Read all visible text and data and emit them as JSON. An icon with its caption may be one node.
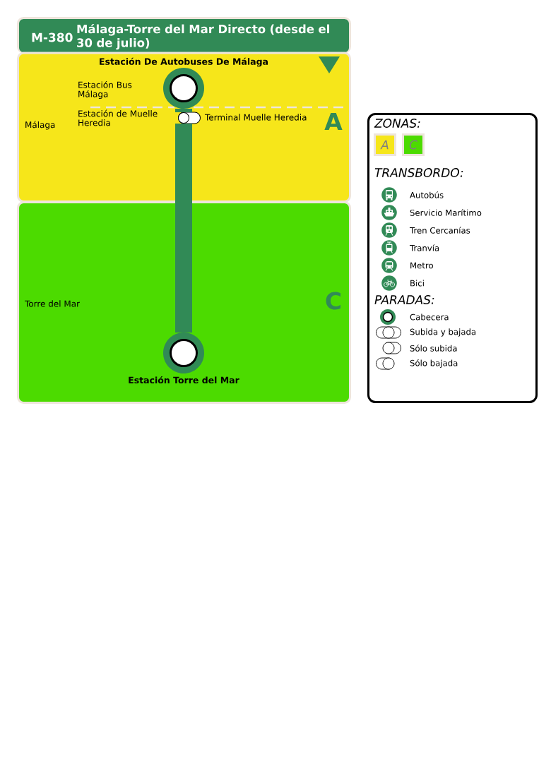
{
  "diagram": {
    "nodes": [
      {
        "text": [
          "M-380",
          "Málaga-Torre del Mar Directo (desde el 30 de julio)"
        ]
      },
      {
        "text": [
          "Málaga",
          "A"
        ]
      },
      {
        "text": [
          "Estación De Autobuses De Málaga"
        ],
        "beside": [
          "Estación Bus Málaga"
        ],
        "in": 1
      },
      {
        "text": [
          "Terminal Muelle Heredia"
        ],
        "in": 1
      },
      {
        "text": [
          "Torre del Mar",
          "C"
        ]
      },
      {
        "text": [
          "Estación Torre del Mar"
        ],
        "in": 4
      }
    ],
    "edges": [
      {
        "from": 2,
        "to": 3,
        "arrow": "none"
      },
      {
        "from": 3,
        "to": 5,
        "arrow": "none"
      }
    ],
    "labels": [
      "Estación de Muelle Heredia",
      "ZONAS:",
      "TRANSBORDO:",
      "PARADAS:"
    ],
    "legend": [
      {
        "text": "A",
        "color": "#f6e61a"
      },
      {
        "text": "C",
        "color": "#4cdb00"
      },
      {
        "text": "Autobús"
      },
      {
        "text": "Servicio Marítimo"
      },
      {
        "text": "Tren Cercanías"
      },
      {
        "text": "Tranvía"
      },
      {
        "text": "Metro"
      },
      {
        "text": "Bici"
      },
      {
        "text": "Cabecera"
      },
      {
        "text": "Subida y bajada"
      },
      {
        "text": "Sólo subida"
      },
      {
        "text": "Sólo bajada"
      }
    ]
  }
}
